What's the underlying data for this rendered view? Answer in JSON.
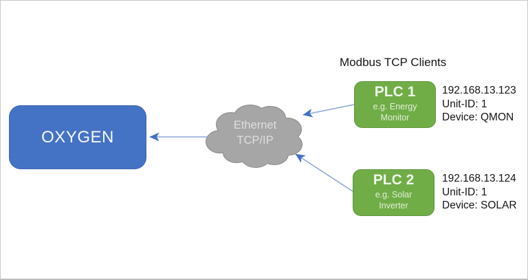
{
  "diagram": {
    "title": "Modbus TCP Clients",
    "server": {
      "label": "OXYGEN"
    },
    "cloud": {
      "label_line1": "Ethernet",
      "label_line2": "TCP/IP"
    },
    "clients": [
      {
        "name": "PLC 1",
        "desc_line1": "e.g. Energy",
        "desc_line2": "Monitor",
        "ip": "192.168.13.123",
        "unit": "Unit-ID: 1",
        "device": "Device: QMON"
      },
      {
        "name": "PLC 2",
        "desc_line1": "e.g. Solar",
        "desc_line2": "Inverter",
        "ip": "192.168.13.124",
        "unit": "Unit-ID: 1",
        "device": "Device: SOLAR"
      }
    ],
    "colors": {
      "server_fill": "#4472C4",
      "server_border": "#3E67B1",
      "client_fill": "#70AD47",
      "client_border": "#61973C",
      "cloud_fill": "#A6A6A6",
      "cloud_outline": "#8A8A8A",
      "arrow_line": "#8EA9DC",
      "arrow_head": "#4472C4"
    }
  }
}
